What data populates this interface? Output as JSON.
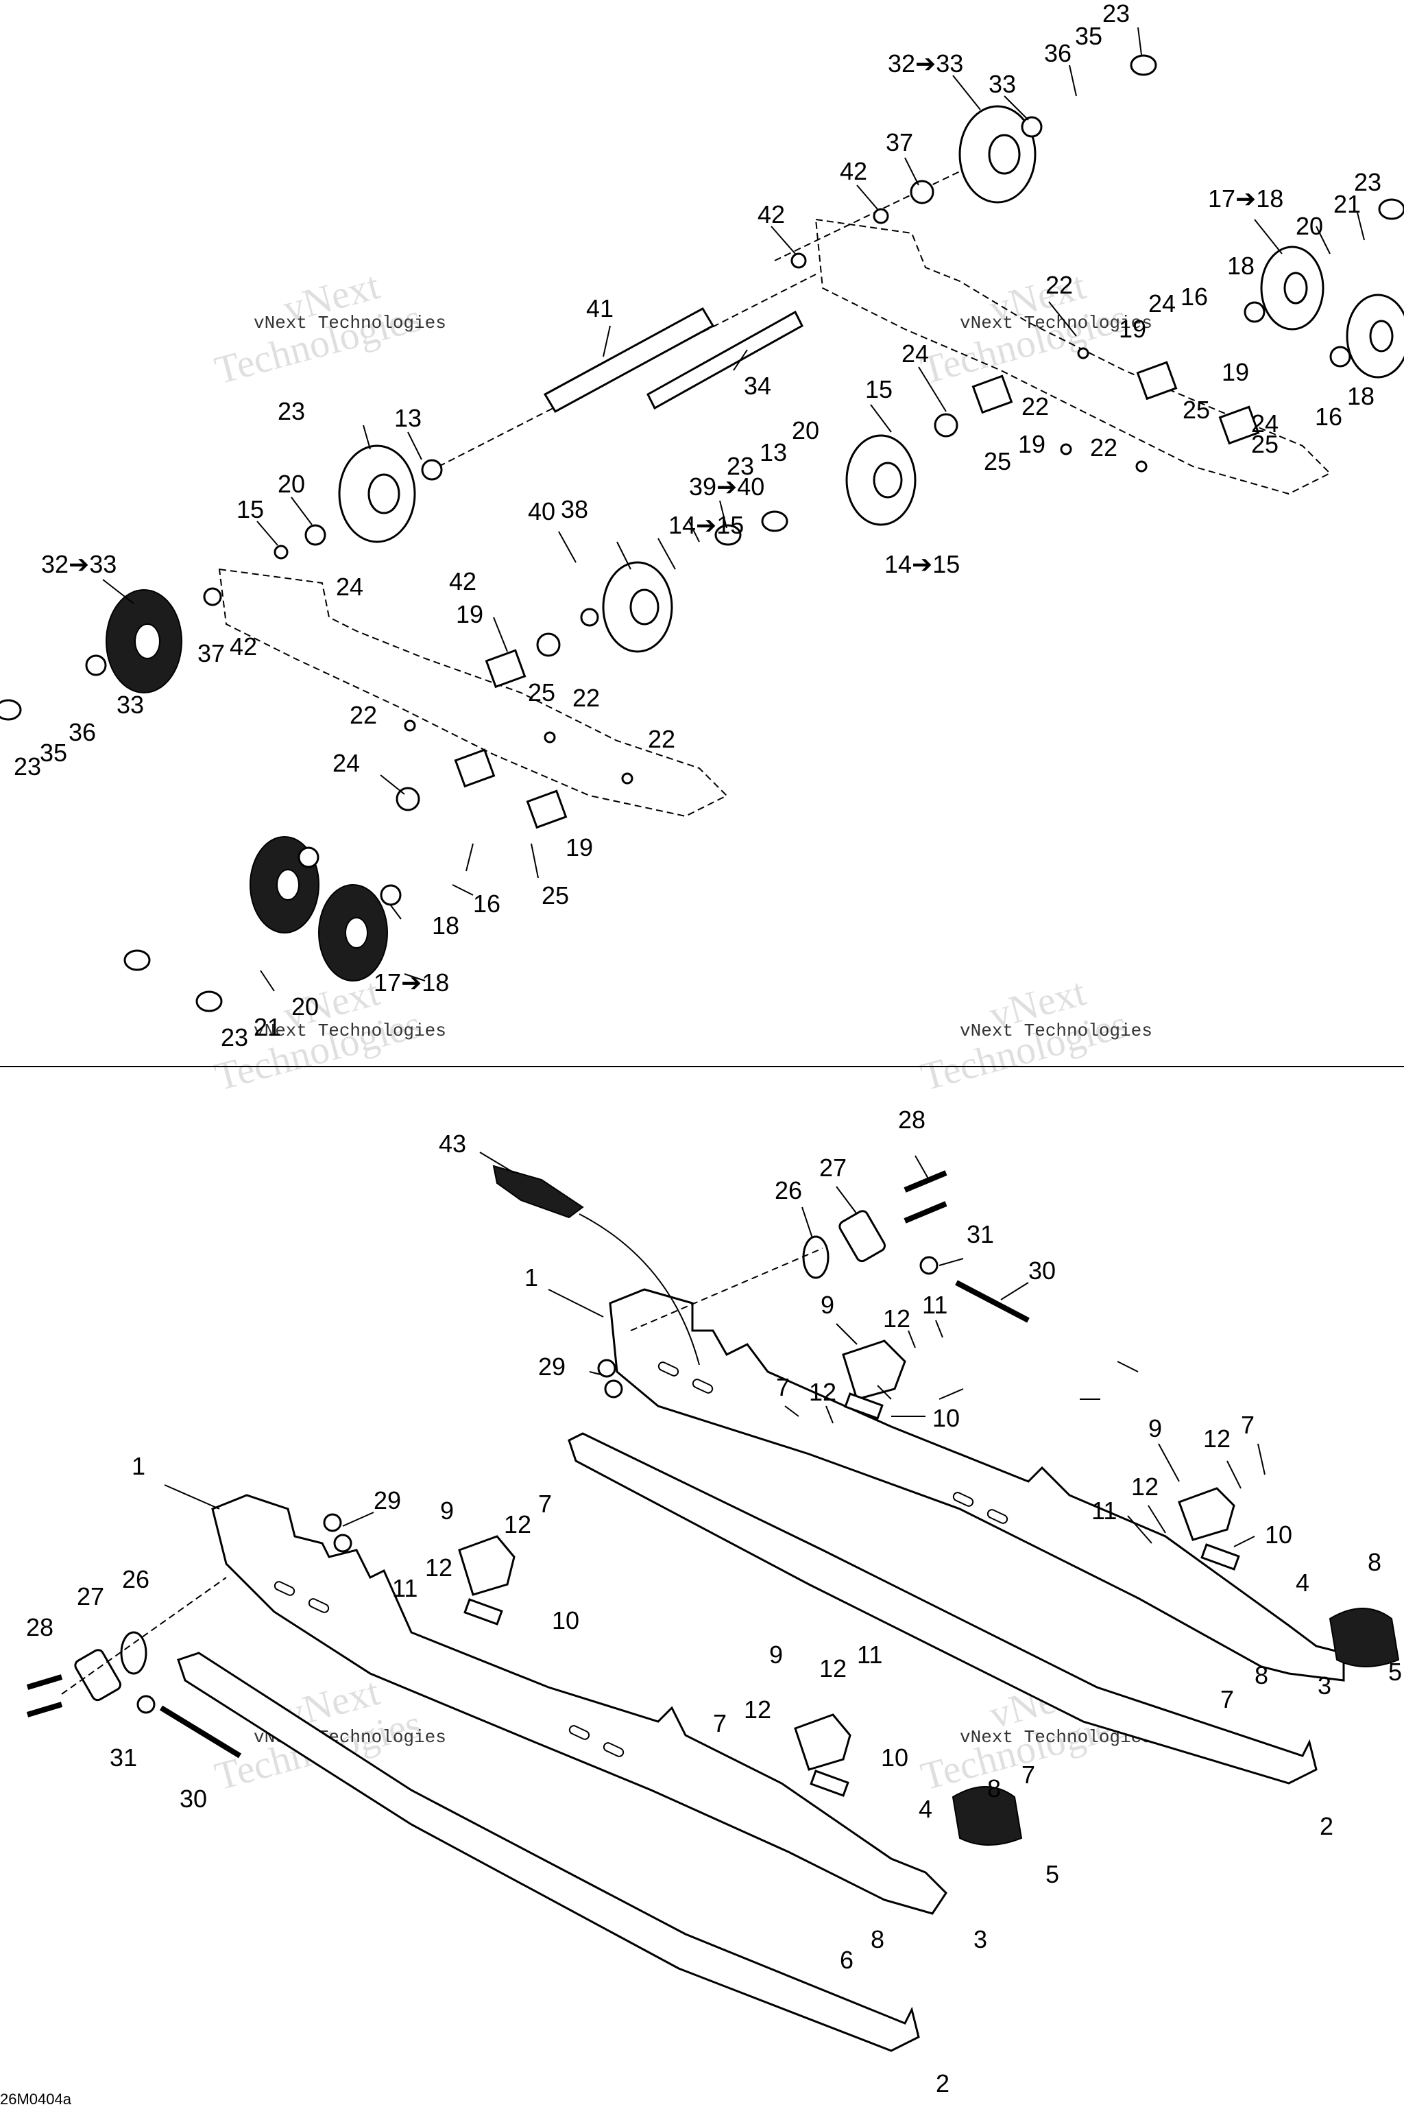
{
  "diagram": {
    "reference_code": "26M0404a",
    "watermark": {
      "brand_top": "vNext",
      "brand_bottom": "Technologies",
      "caption": "vNext Technologies"
    },
    "upper_callouts": [
      {
        "id": "u1",
        "text": "23"
      },
      {
        "id": "u2",
        "text": "32➔33"
      },
      {
        "id": "u3",
        "text": "33"
      },
      {
        "id": "u4",
        "text": "36"
      },
      {
        "id": "u5",
        "text": "35"
      },
      {
        "id": "u6",
        "text": "37"
      },
      {
        "id": "u7",
        "text": "42"
      },
      {
        "id": "u8",
        "text": "42"
      },
      {
        "id": "u9",
        "text": "41"
      },
      {
        "id": "u10",
        "text": "34"
      },
      {
        "id": "u11",
        "text": "17➔18"
      },
      {
        "id": "u12",
        "text": "23"
      },
      {
        "id": "u13",
        "text": "21"
      },
      {
        "id": "u14",
        "text": "20"
      },
      {
        "id": "u15",
        "text": "18"
      },
      {
        "id": "u16",
        "text": "22"
      },
      {
        "id": "u17",
        "text": "24"
      },
      {
        "id": "u18",
        "text": "16"
      },
      {
        "id": "u19",
        "text": "19"
      },
      {
        "id": "u20",
        "text": "24"
      },
      {
        "id": "u21",
        "text": "15"
      },
      {
        "id": "u22",
        "text": "22"
      },
      {
        "id": "u23",
        "text": "19"
      },
      {
        "id": "u24",
        "text": "25"
      },
      {
        "id": "u25",
        "text": "25"
      },
      {
        "id": "u26",
        "text": "19"
      },
      {
        "id": "u27",
        "text": "22"
      },
      {
        "id": "u28",
        "text": "25"
      },
      {
        "id": "u29",
        "text": "24"
      },
      {
        "id": "u30",
        "text": "16"
      },
      {
        "id": "u31",
        "text": "18"
      },
      {
        "id": "u32",
        "text": "20"
      },
      {
        "id": "u33",
        "text": "13"
      },
      {
        "id": "u34",
        "text": "23"
      },
      {
        "id": "u35",
        "text": "14➔15"
      },
      {
        "id": "u36",
        "text": "39➔40"
      },
      {
        "id": "u37",
        "text": "40"
      },
      {
        "id": "u38",
        "text": "38"
      },
      {
        "id": "u39",
        "text": "42"
      },
      {
        "id": "u40",
        "text": "14➔15"
      },
      {
        "id": "u41",
        "text": "23"
      },
      {
        "id": "u42",
        "text": "13"
      },
      {
        "id": "u43",
        "text": "20"
      },
      {
        "id": "u44",
        "text": "15"
      },
      {
        "id": "u45",
        "text": "32➔33"
      },
      {
        "id": "u46",
        "text": "37"
      },
      {
        "id": "u47",
        "text": "42"
      },
      {
        "id": "u48",
        "text": "24"
      },
      {
        "id": "u49",
        "text": "19"
      },
      {
        "id": "u50",
        "text": "25"
      },
      {
        "id": "u51",
        "text": "22"
      },
      {
        "id": "u52",
        "text": "22"
      },
      {
        "id": "u53",
        "text": "22"
      },
      {
        "id": "u54",
        "text": "33"
      },
      {
        "id": "u55",
        "text": "23"
      },
      {
        "id": "u56",
        "text": "35"
      },
      {
        "id": "u57",
        "text": "36"
      },
      {
        "id": "u58",
        "text": "24"
      },
      {
        "id": "u59",
        "text": "19"
      },
      {
        "id": "u60",
        "text": "25"
      },
      {
        "id": "u61",
        "text": "16"
      },
      {
        "id": "u62",
        "text": "18"
      },
      {
        "id": "u63",
        "text": "17➔18"
      },
      {
        "id": "u64",
        "text": "20"
      },
      {
        "id": "u65",
        "text": "23"
      },
      {
        "id": "u66",
        "text": "21"
      }
    ],
    "lower_callouts": [
      {
        "id": "l1",
        "text": "28"
      },
      {
        "id": "l2",
        "text": "43"
      },
      {
        "id": "l3",
        "text": "27"
      },
      {
        "id": "l4",
        "text": "26"
      },
      {
        "id": "l5",
        "text": "31"
      },
      {
        "id": "l6",
        "text": "30"
      },
      {
        "id": "l7",
        "text": "1"
      },
      {
        "id": "l8",
        "text": "9"
      },
      {
        "id": "l9",
        "text": "12"
      },
      {
        "id": "l10",
        "text": "11"
      },
      {
        "id": "l11",
        "text": "29"
      },
      {
        "id": "l12",
        "text": "7"
      },
      {
        "id": "l13",
        "text": "12"
      },
      {
        "id": "l14",
        "text": "10"
      },
      {
        "id": "l15",
        "text": "9"
      },
      {
        "id": "l16",
        "text": "12"
      },
      {
        "id": "l17",
        "text": "7"
      },
      {
        "id": "l18",
        "text": "12"
      },
      {
        "id": "l19",
        "text": "11"
      },
      {
        "id": "l20",
        "text": "10"
      },
      {
        "id": "l21",
        "text": "8"
      },
      {
        "id": "l22",
        "text": "4"
      },
      {
        "id": "l23",
        "text": "8"
      },
      {
        "id": "l24",
        "text": "7"
      },
      {
        "id": "l25",
        "text": "3"
      },
      {
        "id": "l26",
        "text": "5"
      },
      {
        "id": "l27",
        "text": "2"
      },
      {
        "id": "l28",
        "text": "1"
      },
      {
        "id": "l29",
        "text": "29"
      },
      {
        "id": "l30",
        "text": "9"
      },
      {
        "id": "l31",
        "text": "12"
      },
      {
        "id": "l32",
        "text": "7"
      },
      {
        "id": "l33",
        "text": "12"
      },
      {
        "id": "l34",
        "text": "11"
      },
      {
        "id": "l35",
        "text": "10"
      },
      {
        "id": "l36",
        "text": "26"
      },
      {
        "id": "l37",
        "text": "27"
      },
      {
        "id": "l38",
        "text": "28"
      },
      {
        "id": "l39",
        "text": "31"
      },
      {
        "id": "l40",
        "text": "30"
      },
      {
        "id": "l41",
        "text": "9"
      },
      {
        "id": "l42",
        "text": "12"
      },
      {
        "id": "l43",
        "text": "11"
      },
      {
        "id": "l44",
        "text": "12"
      },
      {
        "id": "l45",
        "text": "7"
      },
      {
        "id": "l46",
        "text": "10"
      },
      {
        "id": "l47",
        "text": "4"
      },
      {
        "id": "l48",
        "text": "8"
      },
      {
        "id": "l49",
        "text": "7"
      },
      {
        "id": "l50",
        "text": "5"
      },
      {
        "id": "l51",
        "text": "8"
      },
      {
        "id": "l52",
        "text": "6"
      },
      {
        "id": "l53",
        "text": "3"
      },
      {
        "id": "l54",
        "text": "2"
      }
    ]
  }
}
